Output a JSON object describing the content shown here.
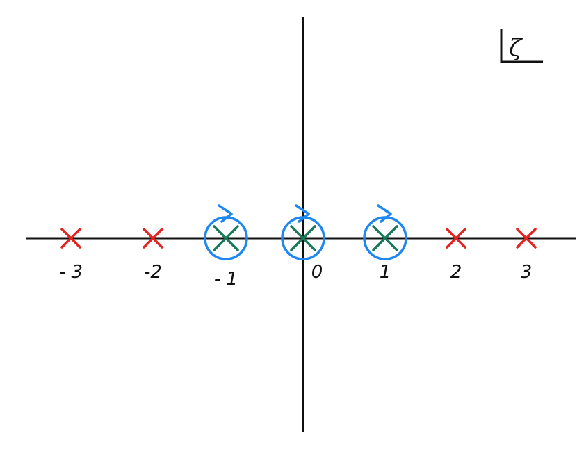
{
  "plane_label": "ζ",
  "colors": {
    "axis": "#111111",
    "outer_pole": "#e3231f",
    "inner_pole": "#18785a",
    "contour": "#1e88f0"
  },
  "points": [
    {
      "value": -3,
      "label": "- 3",
      "color": "red",
      "encircled": false
    },
    {
      "value": -2,
      "label": "-2",
      "color": "red",
      "encircled": false
    },
    {
      "value": -1,
      "label": "- 1",
      "color": "green",
      "encircled": true
    },
    {
      "value": 0,
      "label": "0",
      "color": "green",
      "encircled": true
    },
    {
      "value": 1,
      "label": "1",
      "color": "green",
      "encircled": true
    },
    {
      "value": 2,
      "label": "2",
      "color": "red",
      "encircled": false
    },
    {
      "value": 3,
      "label": "3",
      "color": "red",
      "encircled": false
    }
  ]
}
